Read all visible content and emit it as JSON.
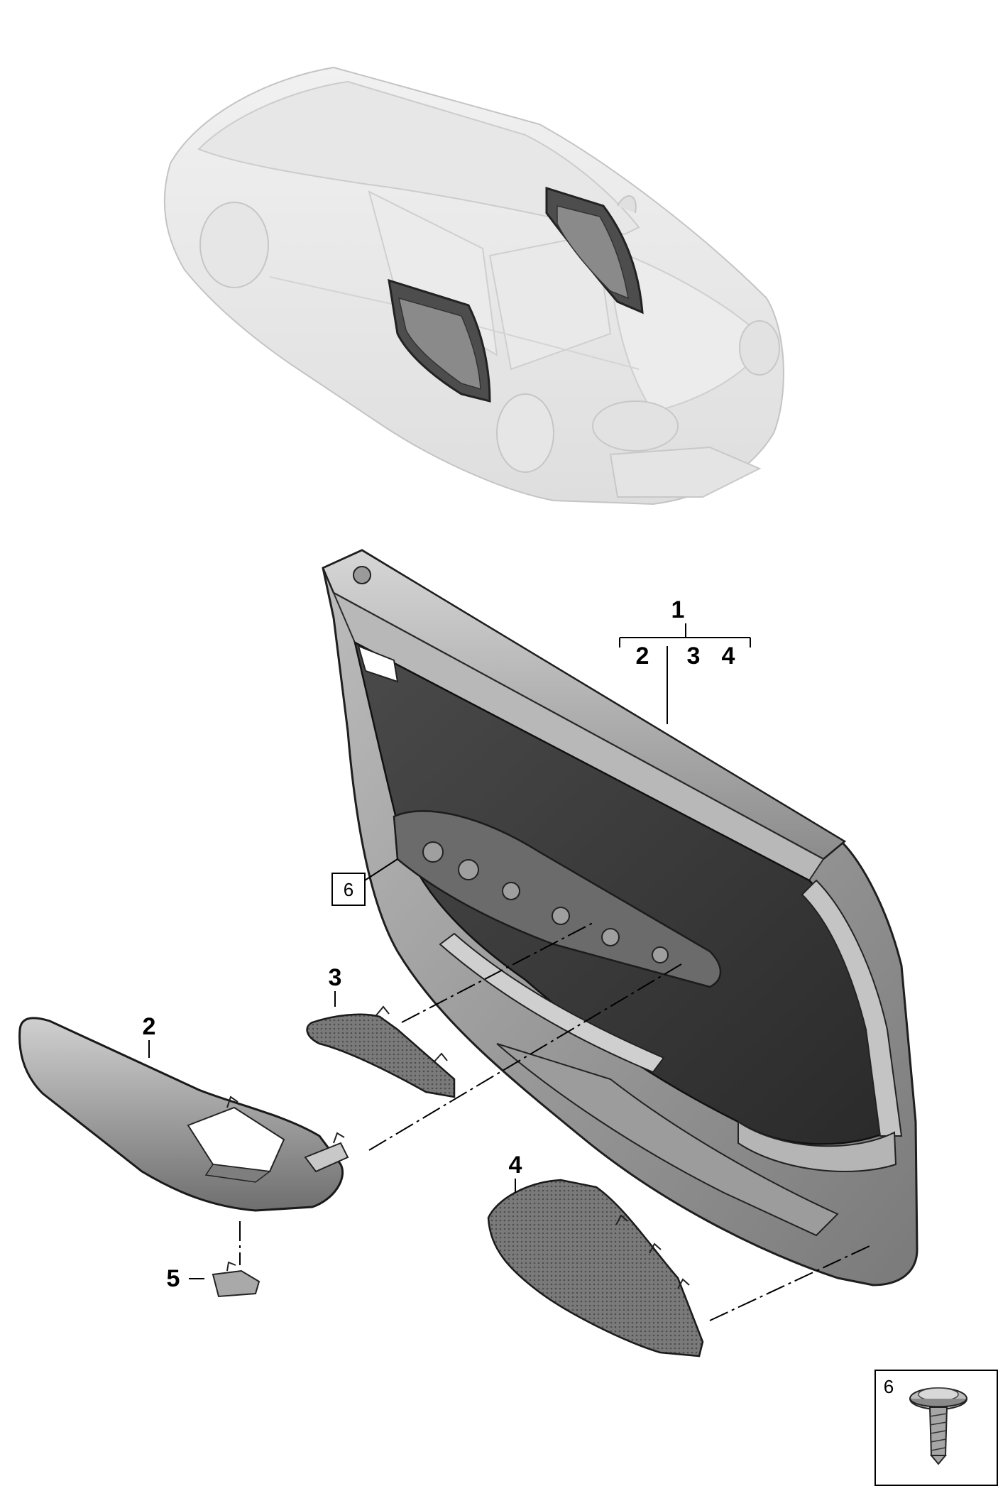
{
  "diagram": {
    "parts": [
      {
        "number": "1",
        "name": "door-trim-panel"
      },
      {
        "number": "2",
        "name": "armrest"
      },
      {
        "number": "3",
        "name": "trim-insert-upper"
      },
      {
        "number": "4",
        "name": "trim-insert-lower"
      },
      {
        "number": "5",
        "name": "clip-cover"
      },
      {
        "number": "6",
        "name": "screw"
      }
    ],
    "subassembly": {
      "parent": "1",
      "children": [
        "2",
        "3",
        "4"
      ]
    },
    "reference_boxes": [
      {
        "label": "6"
      }
    ],
    "legend_box": {
      "label": "6",
      "item": "screw-icon"
    }
  }
}
